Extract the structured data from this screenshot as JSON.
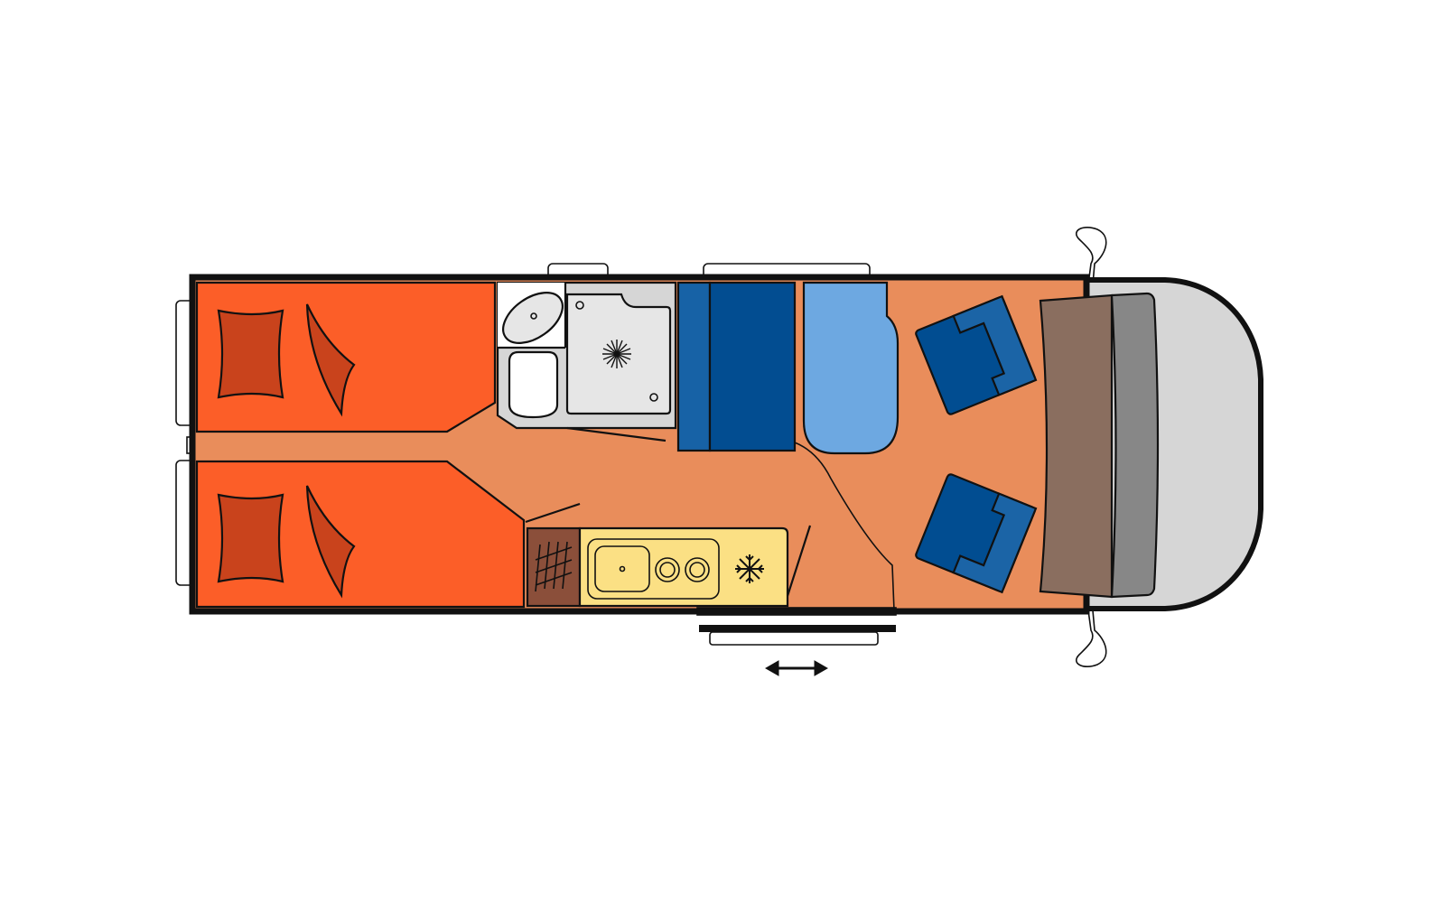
{
  "diagram": {
    "type": "motorhome-floor-plan",
    "colors": {
      "floor": "#E98D5B",
      "bed": "#FC5E28",
      "bed_pattern": "#C9431C",
      "bathroom": "#D6D6D6",
      "bath_fixture": "#E6E6E6",
      "kitchen_counter": "#FBE084",
      "kitchen_sink": "#FDF3C8",
      "wardrobe": "#8B4F3A",
      "bench_dark": "#024D91",
      "bench_medium": "#1762A6",
      "table": "#6DA8E1",
      "cab_seat_dark": "#014D91",
      "cab_seat_light": "#1B64A6",
      "dashboard": "#8A6E5F",
      "windshield": "#878787",
      "cab_body": "#D6D6D6",
      "outline": "#111111"
    },
    "icons": [
      "snowflake-icon",
      "skylight-icon",
      "double-arrow-icon",
      "mirror-icon"
    ],
    "zones": [
      "bed-upper",
      "bed-lower",
      "aisle",
      "bathroom",
      "washbasin",
      "toilet",
      "shower",
      "bench-seat",
      "dining-table",
      "cab-seat-left",
      "cab-seat-right",
      "dashboard",
      "windshield",
      "kitchen-counter",
      "sink",
      "stove",
      "fridge",
      "wardrobe",
      "entrance-door",
      "sliding-step"
    ]
  }
}
